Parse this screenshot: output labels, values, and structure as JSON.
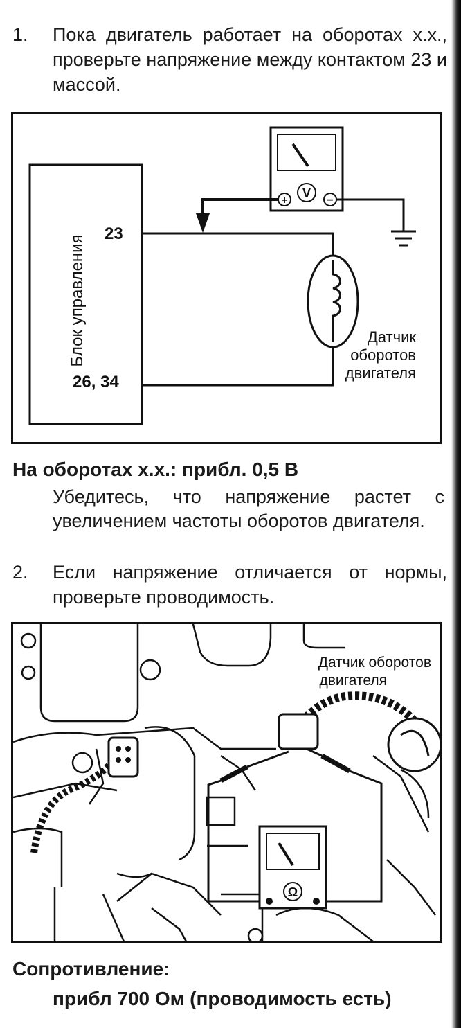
{
  "step1": {
    "number": "1.",
    "text": "Пока двигатель работает на оборотах х.х., проверьте напряжение между контактом 23 и массой."
  },
  "diagram1": {
    "ecu_label": "Блок управления",
    "pin_a": "23",
    "pin_b": "26, 34",
    "sensor_label_line1": "Датчик",
    "sensor_label_line2": "оборотов",
    "sensor_label_line3": "двигателя",
    "meter_symbol": "V",
    "plus": "+",
    "minus": "−"
  },
  "idle_result": "На оборотах х.х.: прибл. 0,5 В",
  "idle_note": "Убедитесь, что напряжение растет с увеличением частоты оборотов двигателя.",
  "step2": {
    "number": "2.",
    "text": "Если напряжение отличается от нормы, проверьте проводимость."
  },
  "diagram2": {
    "sensor_label_line1": "Датчик оборотов",
    "sensor_label_line2": "двигателя",
    "meter_symbol": "Ω"
  },
  "resistance_label": "Сопротивление:",
  "resistance_value": "прибл 700 Ом (проводимость есть)"
}
